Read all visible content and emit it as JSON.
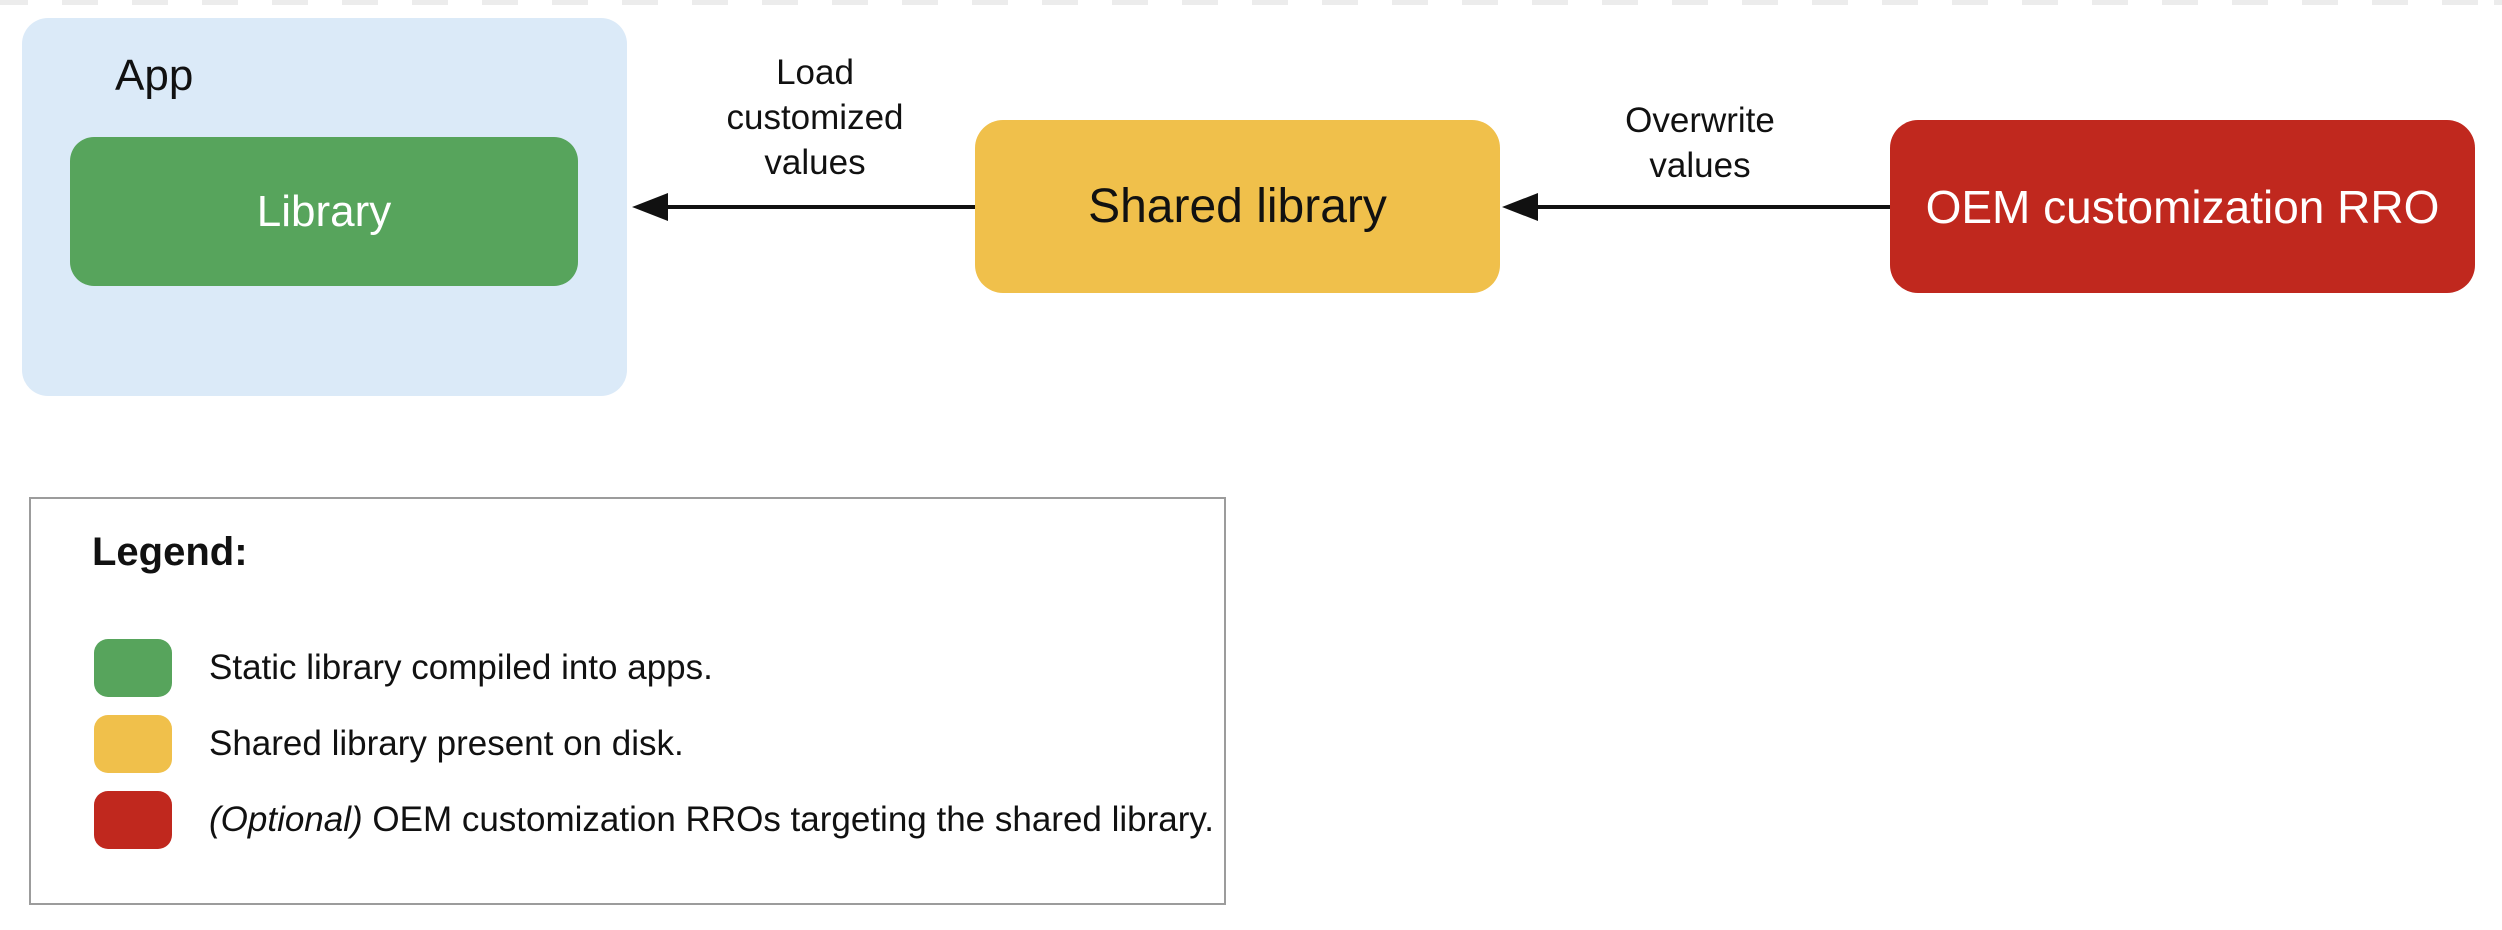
{
  "top_strip": {
    "dash_color": "#ececec"
  },
  "diagram": {
    "app_group": {
      "label": "App",
      "fill": "#dbeaf8",
      "text_color": "#111111"
    },
    "library_node": {
      "label": "Library",
      "fill": "#57a45c",
      "text_color": "#ffffff"
    },
    "shared_library_node": {
      "label": "Shared library",
      "fill": "#f0c04b",
      "text_color": "#111111"
    },
    "oem_rro_node": {
      "label": "OEM customization RRO",
      "fill": "#c0281e",
      "text_color": "#ffffff"
    },
    "arrows": {
      "color": "#111111",
      "load": {
        "label": "Load customized values"
      },
      "overwrite": {
        "label": "Overwrite values"
      }
    }
  },
  "legend": {
    "title": "Legend:",
    "border_color": "#9c9c9c",
    "items": [
      {
        "swatch_color": "#57a45c",
        "italic_prefix": "",
        "text": "Static library compiled into apps."
      },
      {
        "swatch_color": "#f0c04b",
        "italic_prefix": "",
        "text": "Shared library present on disk."
      },
      {
        "swatch_color": "#c0281e",
        "italic_prefix": "(Optional)",
        "text": " OEM customization RROs targeting the shared library."
      }
    ]
  }
}
